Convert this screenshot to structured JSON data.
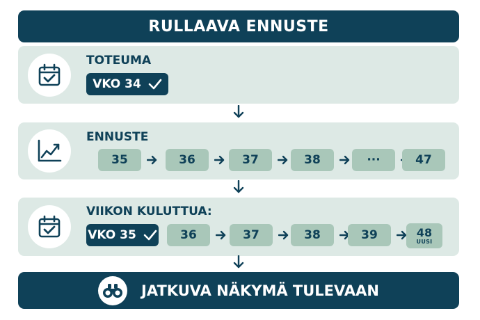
{
  "title": "RULLAAVA ENNUSTE",
  "actual": {
    "label": "TOTEUMA",
    "icon": "calendar-check-icon",
    "week_badge": "VKO 34"
  },
  "forecast": {
    "label": "ENNUSTE",
    "icon": "trend-up-chart-icon",
    "weeks": [
      "35",
      "36",
      "37",
      "38",
      "···",
      "47"
    ]
  },
  "after_week": {
    "label": "VIIKON KULUTTUA:",
    "icon": "calendar-check-icon",
    "week_badge": "VKO 35",
    "weeks": [
      "36",
      "37",
      "38",
      "39"
    ],
    "new_week": "48",
    "new_tag": "UUSI"
  },
  "footer": {
    "label": "JATKUVA NÄKYMÄ TULEVAAN",
    "icon": "binoculars-icon"
  },
  "colors": {
    "dark": "#0f4158",
    "panel": "#dde9e5",
    "chip": "#a9c7b9"
  }
}
